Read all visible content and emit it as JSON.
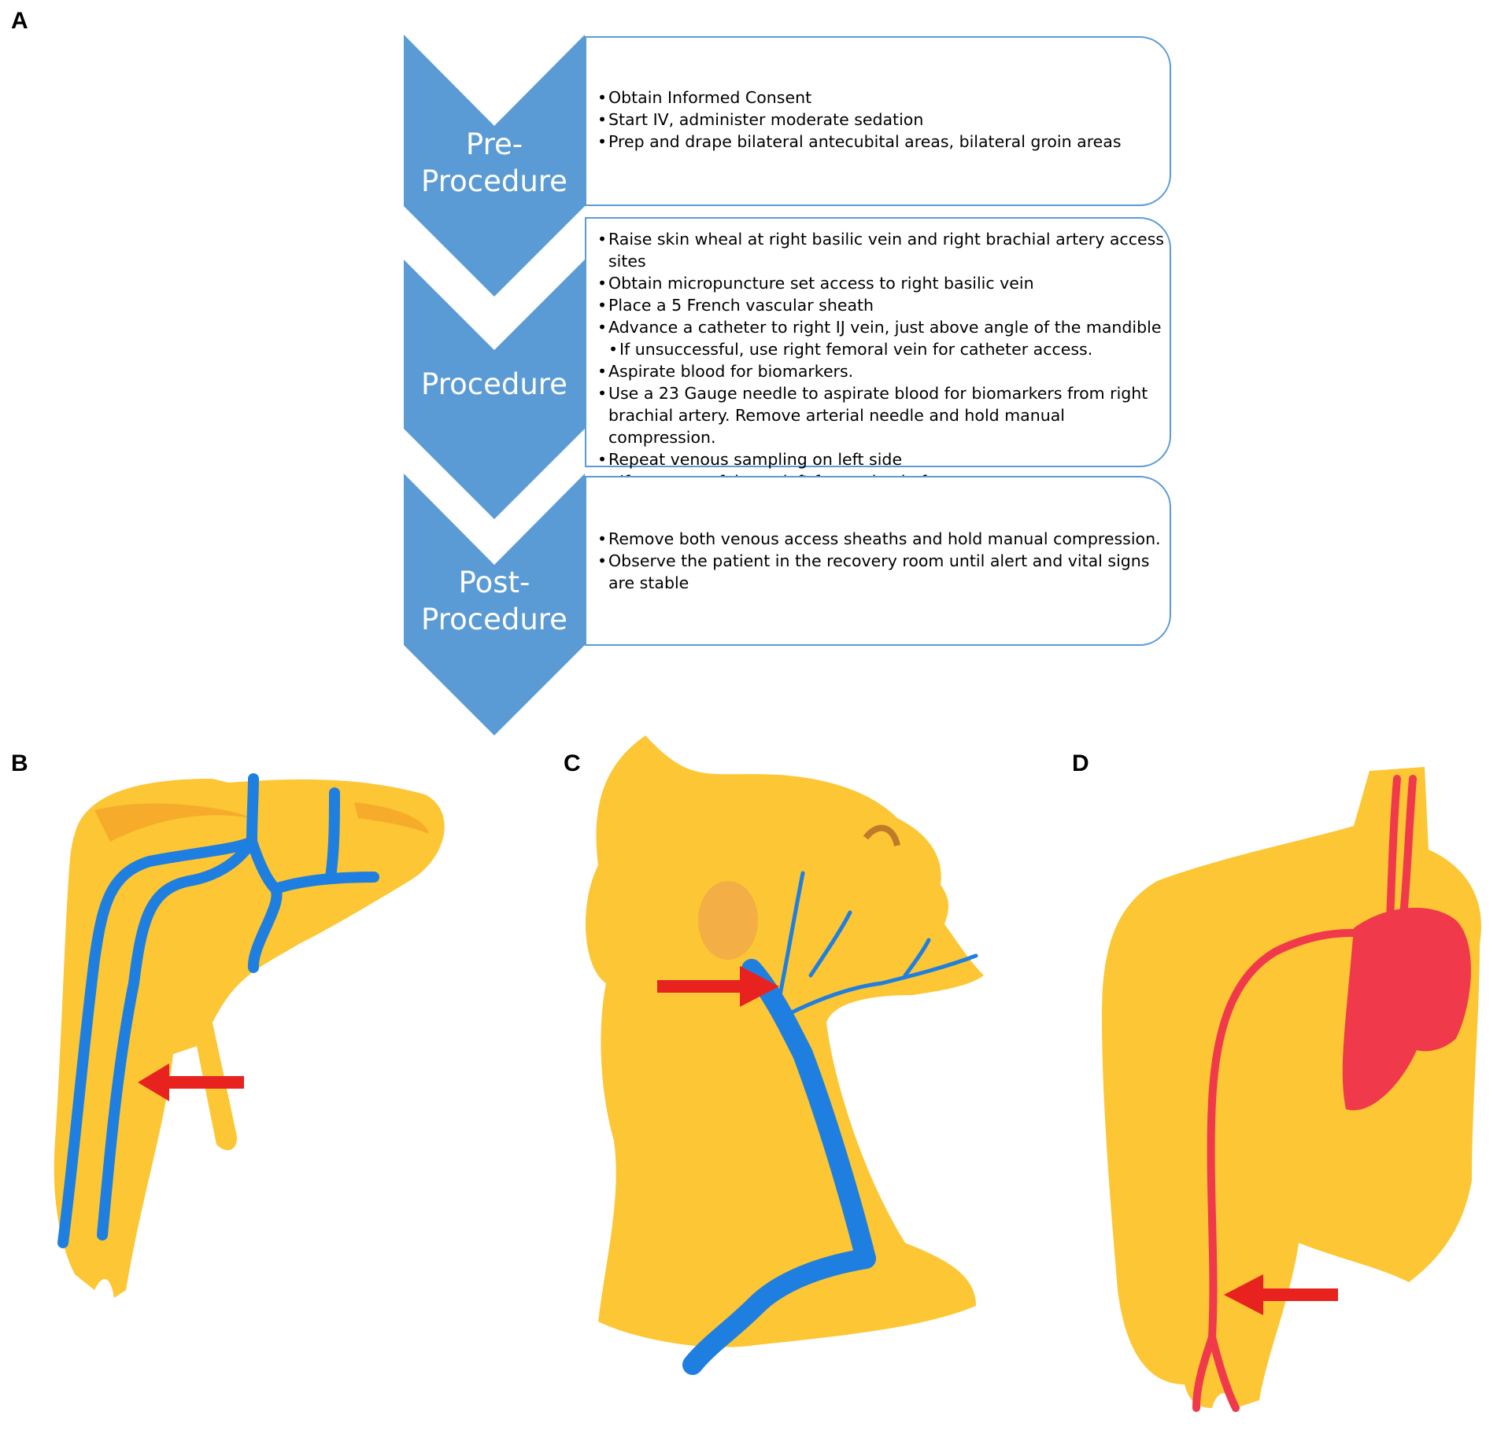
{
  "panels": {
    "a": "A",
    "b": "B",
    "c": "C",
    "d": "D"
  },
  "colors": {
    "chevron": "#5b9bd5",
    "skin": "#fcc634",
    "vein": "#1f7fe0",
    "artery": "#f0394a",
    "arrow": "#e8231f"
  },
  "stages": [
    {
      "label_line1": "Pre-",
      "label_line2": "Procedure",
      "items": [
        {
          "text": "Obtain Informed Consent",
          "sub": false
        },
        {
          "text": "Start IV, administer moderate sedation",
          "sub": false
        },
        {
          "text": "Prep and drape bilateral antecubital areas, bilateral groin areas",
          "sub": false
        }
      ]
    },
    {
      "label_line1": "Procedure",
      "label_line2": "",
      "items": [
        {
          "text": "Raise skin wheal at right basilic vein and right brachial artery access sites",
          "sub": false
        },
        {
          "text": "Obtain micropuncture set access to right basilic vein",
          "sub": false
        },
        {
          "text": "Place a 5 French vascular sheath",
          "sub": false
        },
        {
          "text": "Advance a catheter to right IJ vein, just above angle of the mandible",
          "sub": false
        },
        {
          "text": "If unsuccessful, use right femoral vein for catheter access.",
          "sub": true
        },
        {
          "text": "Aspirate blood for biomarkers.",
          "sub": false
        },
        {
          "text": "Use a 23 Gauge needle to aspirate blood for biomarkers from right brachial artery. Remove arterial needle and hold manual compression.",
          "sub": false
        },
        {
          "text": "Repeat venous sampling on left side",
          "sub": false
        },
        {
          "text": "If unsuccessful, use left femoral vein for access.",
          "sub": true
        }
      ]
    },
    {
      "label_line1": "Post-",
      "label_line2": "Procedure",
      "items": [
        {
          "text": "Remove both venous access sheaths and hold manual compression.",
          "sub": false
        },
        {
          "text": "Observe the patient in the recovery room until alert and vital signs are stable",
          "sub": false
        }
      ]
    }
  ]
}
